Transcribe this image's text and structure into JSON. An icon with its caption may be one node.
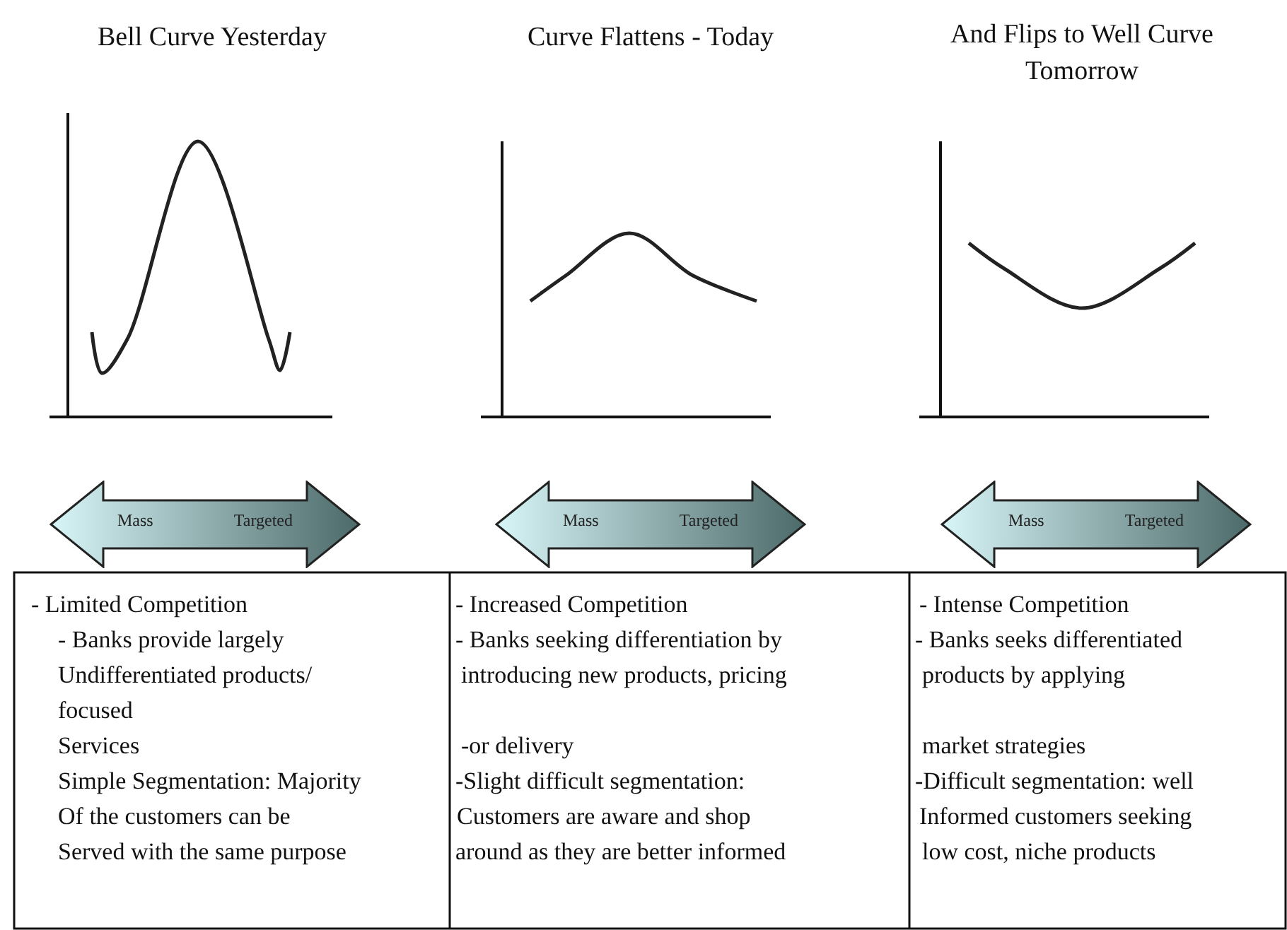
{
  "diagram": {
    "nodes": [
      {
        "text": [
          "Mass",
          "Targeted"
        ]
      },
      {
        "text": [
          "Mass",
          "Targeted"
        ]
      },
      {
        "text": [
          "Mass",
          "Targeted"
        ]
      }
    ],
    "labels": [
      "Bell Curve Yesterday",
      "Curve Flattens - Today",
      "And Flips to Well Curve Tomorrow",
      "- Limited  Competition",
      "- Banks provide largely",
      "Undifferentiated  products/",
      "focused",
      "Services",
      "Simple Segmentation:  Majority",
      "Of the customers  can be",
      "Served with the same purpose",
      "- Increased Competition",
      "- Banks seeking differentiation  by",
      "introducing  new products, pricing",
      "-or delivery",
      "-Slight difficult segmentation:",
      "Customers are aware and shop",
      "around as they are better  informed",
      "- Intense Competition",
      "- Banks seeks differentiated",
      "products by applying",
      "market strategies",
      "-Difficult segmentation: well",
      "Informed customers seeking",
      "low cost, niche products"
    ]
  }
}
